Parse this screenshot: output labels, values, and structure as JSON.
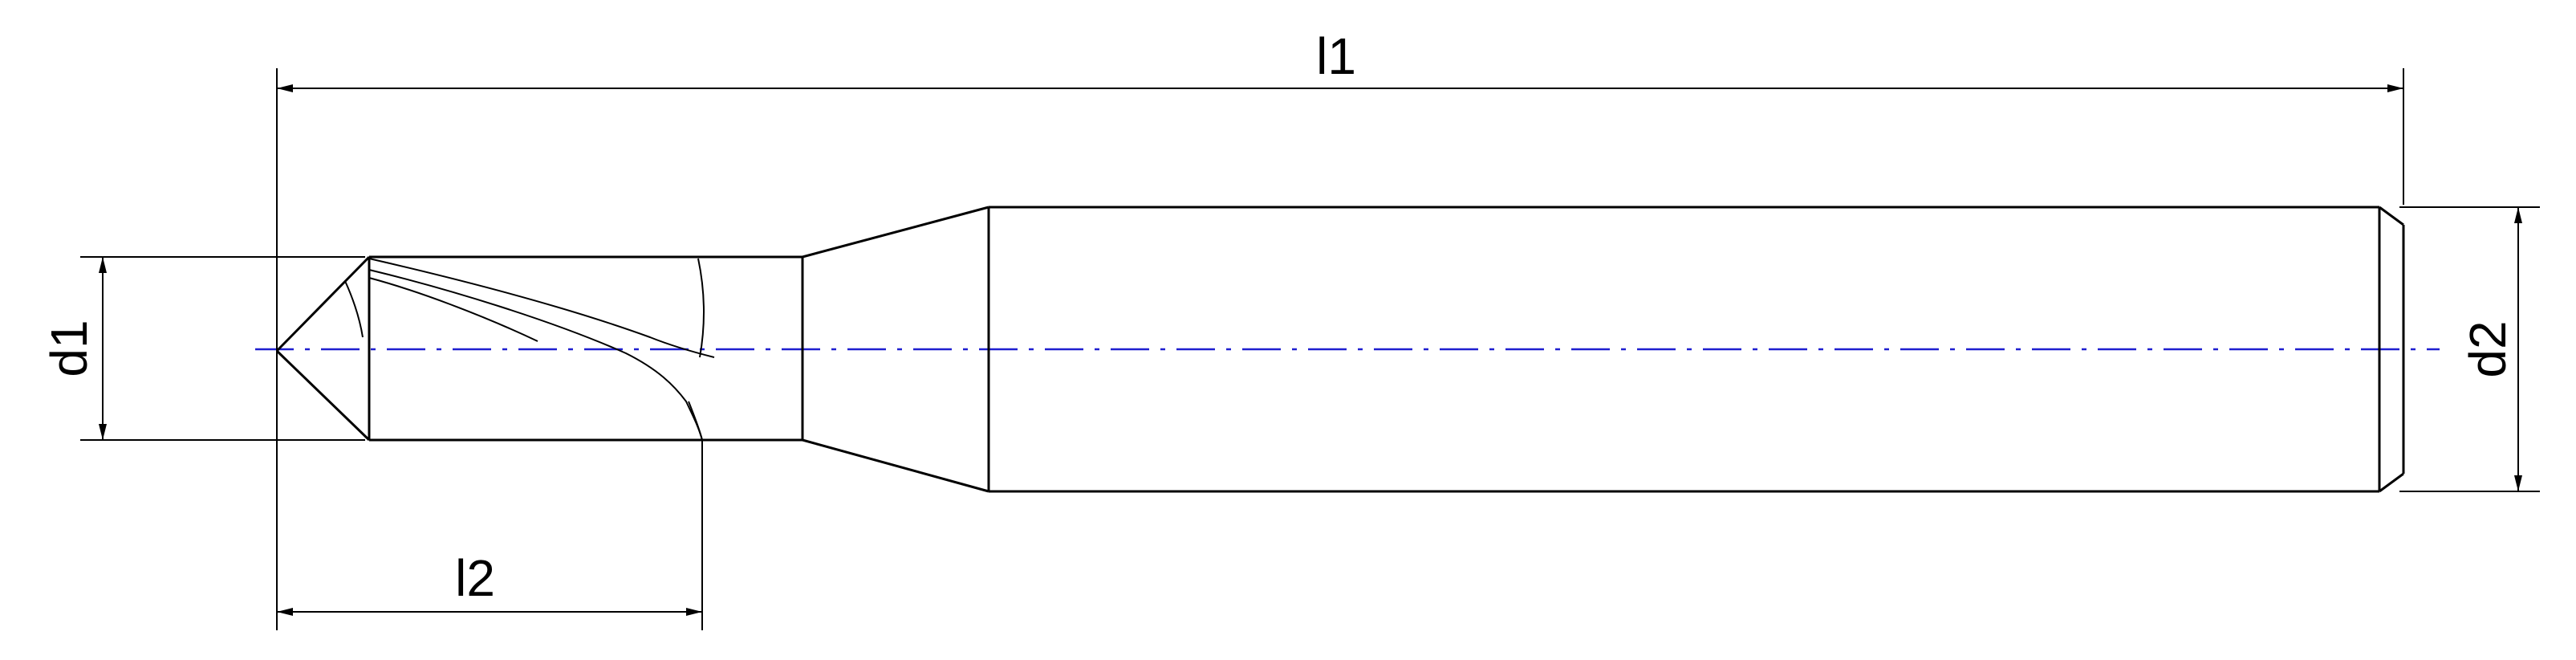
{
  "labels": {
    "l1": "l1",
    "l2": "l2",
    "d1": "d1",
    "d2": "d2"
  },
  "colors": {
    "outline": "#000000",
    "centerline": "#1f1fcf",
    "background": "#ffffff"
  }
}
